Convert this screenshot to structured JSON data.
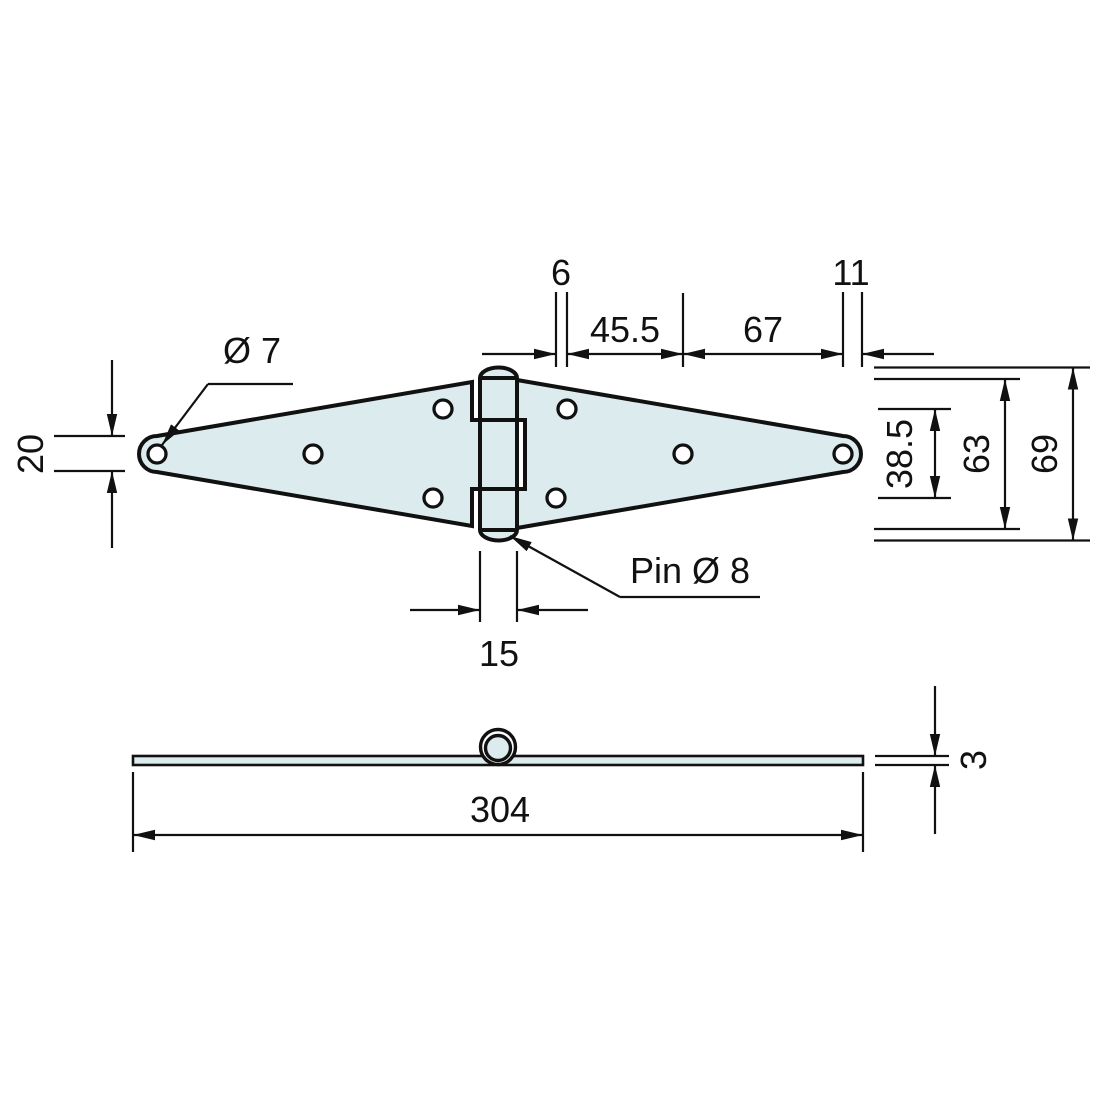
{
  "colors": {
    "outline": "#111111",
    "fill": "#dcecee",
    "background": "#ffffff"
  },
  "labels": {
    "hole_dia": "Ø 7",
    "stagger": "6",
    "spacing_mid": "45.5",
    "spacing_end": "67",
    "end_offset": "11",
    "tip_width": "20",
    "row_spacing": "38.5",
    "leaf_width": "63",
    "overall_width": "69",
    "pin": "Pin Ø 8",
    "knuckle_width": "15",
    "length": "304",
    "thickness": "3"
  }
}
